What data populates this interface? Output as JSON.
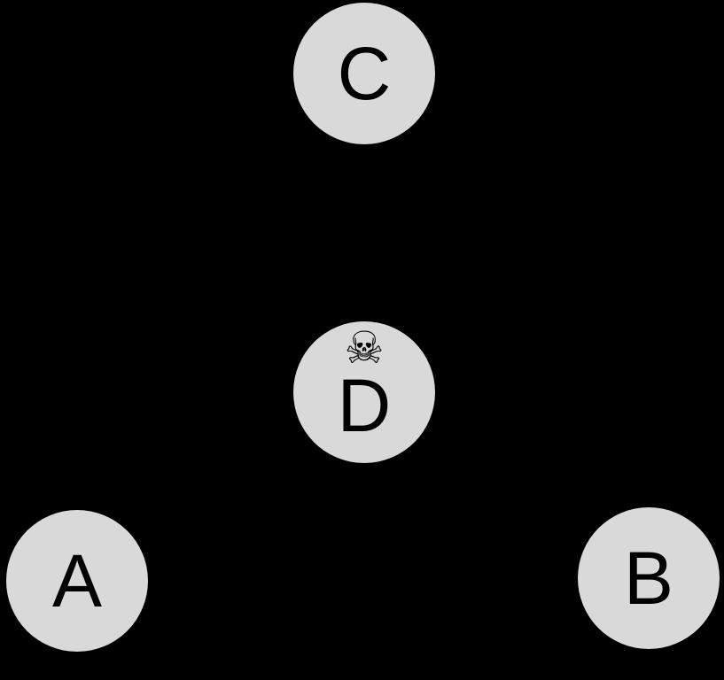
{
  "diagram": {
    "type": "node-graph",
    "background_color": "#000000",
    "node_fill_color": "#d9d9d9",
    "node_label_color": "#000000",
    "edges_visible": false,
    "nodes": [
      {
        "id": "C",
        "label": "C",
        "position": "top-center"
      },
      {
        "id": "D",
        "label": "D",
        "position": "middle-center",
        "icon": "skull-crossbones-icon",
        "icon_glyph": "☠"
      },
      {
        "id": "A",
        "label": "A",
        "position": "bottom-left"
      },
      {
        "id": "B",
        "label": "B",
        "position": "bottom-right"
      }
    ]
  }
}
